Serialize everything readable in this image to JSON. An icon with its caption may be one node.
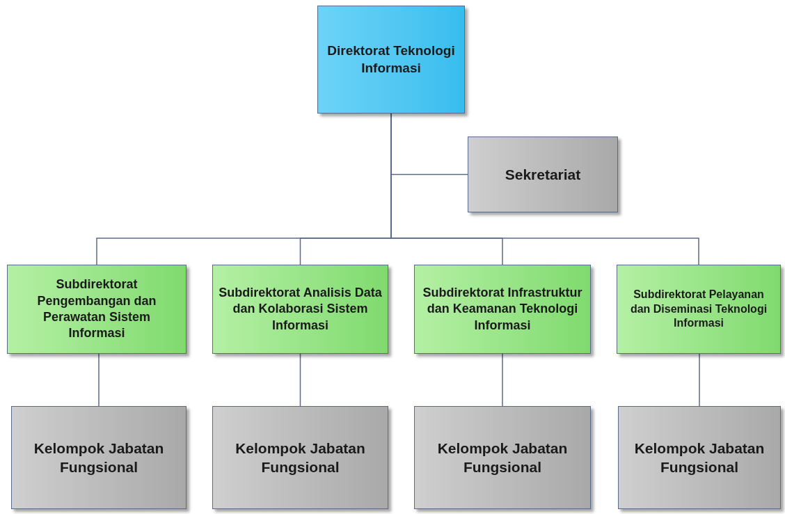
{
  "diagram": {
    "nodes": [
      {
        "text": [
          "Direktorat Teknologi Informasi"
        ]
      },
      {
        "text": [
          "Sekretariat"
        ]
      },
      {
        "text": [
          "Subdirektorat Pengembangan dan Perawatan Sistem Informasi"
        ]
      },
      {
        "text": [
          "Subdirektorat Analisis Data dan Kolaborasi Sistem Informasi"
        ]
      },
      {
        "text": [
          "Subdirektorat Infrastruktur dan Keamanan Teknologi Informasi"
        ]
      },
      {
        "text": [
          "Subdirektorat Pelayanan dan Diseminasi Teknologi Informasi"
        ]
      },
      {
        "text": [
          "Kelompok Jabatan Fungsional"
        ]
      },
      {
        "text": [
          "Kelompok Jabatan Fungsional"
        ]
      },
      {
        "text": [
          "Kelompok Jabatan Fungsional"
        ]
      },
      {
        "text": [
          "Kelompok Jabatan Fungsional"
        ]
      }
    ],
    "edges": [
      {
        "from": 0,
        "to": 1,
        "arrow": "none"
      },
      {
        "from": 0,
        "to": 2,
        "arrow": "none"
      },
      {
        "from": 0,
        "to": 3,
        "arrow": "none"
      },
      {
        "from": 0,
        "to": 4,
        "arrow": "none"
      },
      {
        "from": 0,
        "to": 5,
        "arrow": "none"
      },
      {
        "from": 2,
        "to": 6,
        "arrow": "none"
      },
      {
        "from": 3,
        "to": 7,
        "arrow": "none"
      },
      {
        "from": 4,
        "to": 8,
        "arrow": "none"
      },
      {
        "from": 5,
        "to": 9,
        "arrow": "none"
      }
    ]
  }
}
